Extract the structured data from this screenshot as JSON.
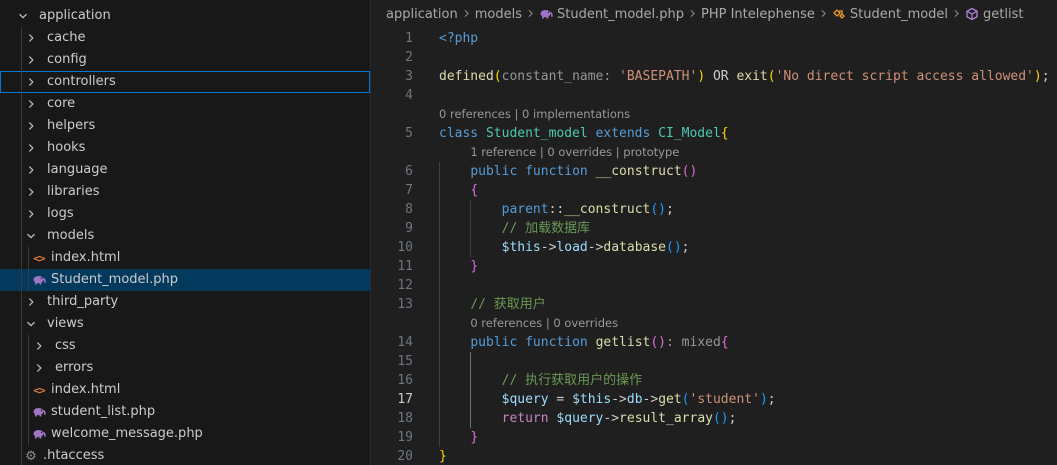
{
  "explorer": {
    "items": [
      {
        "label": "application",
        "type": "folder",
        "open": true,
        "depth": 0
      },
      {
        "label": "cache",
        "type": "folder",
        "open": false,
        "depth": 1
      },
      {
        "label": "config",
        "type": "folder",
        "open": false,
        "depth": 1
      },
      {
        "label": "controllers",
        "type": "folder",
        "open": false,
        "depth": 1,
        "state": "focused"
      },
      {
        "label": "core",
        "type": "folder",
        "open": false,
        "depth": 1
      },
      {
        "label": "helpers",
        "type": "folder",
        "open": false,
        "depth": 1
      },
      {
        "label": "hooks",
        "type": "folder",
        "open": false,
        "depth": 1
      },
      {
        "label": "language",
        "type": "folder",
        "open": false,
        "depth": 1
      },
      {
        "label": "libraries",
        "type": "folder",
        "open": false,
        "depth": 1
      },
      {
        "label": "logs",
        "type": "folder",
        "open": false,
        "depth": 1
      },
      {
        "label": "models",
        "type": "folder",
        "open": true,
        "depth": 1
      },
      {
        "label": "index.html",
        "type": "html",
        "depth": 2
      },
      {
        "label": "Student_model.php",
        "type": "php",
        "depth": 2,
        "state": "selected"
      },
      {
        "label": "third_party",
        "type": "folder",
        "open": false,
        "depth": 1
      },
      {
        "label": "views",
        "type": "folder",
        "open": true,
        "depth": 1
      },
      {
        "label": "css",
        "type": "folder",
        "open": false,
        "depth": 2
      },
      {
        "label": "errors",
        "type": "folder",
        "open": false,
        "depth": 2
      },
      {
        "label": "index.html",
        "type": "html",
        "depth": 2
      },
      {
        "label": "student_list.php",
        "type": "php",
        "depth": 2
      },
      {
        "label": "welcome_message.php",
        "type": "php",
        "depth": 2
      },
      {
        "label": ".htaccess",
        "type": "config",
        "depth": 1
      }
    ],
    "html_icon_glyph": "<>",
    "gear_glyph": "⚙"
  },
  "breadcrumb": {
    "segments": [
      {
        "label": "application",
        "icon": ""
      },
      {
        "label": "models",
        "icon": ""
      },
      {
        "label": "Student_model.php",
        "icon": "php-elephant-icon"
      },
      {
        "label": "PHP Intelephense",
        "icon": ""
      },
      {
        "label": "Student_model",
        "icon": "class-symbol-icon"
      },
      {
        "label": "getlist",
        "icon": "method-symbol-icon"
      }
    ]
  },
  "editor": {
    "active_line": 17,
    "rows": [
      {
        "kind": "code",
        "n": "1",
        "tokens": [
          [
            "<?php",
            "tag"
          ]
        ]
      },
      {
        "kind": "code",
        "n": "2",
        "tokens": []
      },
      {
        "kind": "code",
        "n": "3",
        "tokens": [
          [
            "defined",
            "fn"
          ],
          [
            "(",
            "br1"
          ],
          [
            "constant_name: ",
            "hint"
          ],
          [
            "'BASEPATH'",
            "str"
          ],
          [
            ")",
            "br1"
          ],
          [
            " OR ",
            "plain"
          ],
          [
            "exit",
            "fn"
          ],
          [
            "(",
            "br1"
          ],
          [
            "'No direct script access allowed'",
            "str"
          ],
          [
            ")",
            "br1"
          ],
          [
            ";",
            "plain"
          ]
        ]
      },
      {
        "kind": "code",
        "n": "4",
        "tokens": []
      },
      {
        "kind": "lens",
        "indent": 0,
        "text": "0 references | 0 implementations"
      },
      {
        "kind": "code",
        "n": "5",
        "tokens": [
          [
            "class ",
            "kw"
          ],
          [
            "Student_model ",
            "class"
          ],
          [
            "extends ",
            "kw"
          ],
          [
            "CI_Model",
            "class"
          ],
          [
            "{",
            "br1"
          ]
        ]
      },
      {
        "kind": "lens",
        "indent": 1,
        "text": "1 reference | 0 overrides | prototype"
      },
      {
        "kind": "code",
        "n": "6",
        "tokens": [
          [
            "    "
          ],
          [
            "public ",
            "kw"
          ],
          [
            "function ",
            "kw"
          ],
          [
            "__construct",
            "fn"
          ],
          [
            "()",
            "br2"
          ]
        ]
      },
      {
        "kind": "code",
        "n": "7",
        "tokens": [
          [
            "    "
          ],
          [
            "{",
            "br2"
          ]
        ]
      },
      {
        "kind": "code",
        "n": "8",
        "tokens": [
          [
            "        "
          ],
          [
            "parent",
            "kw"
          ],
          [
            "::",
            "plain"
          ],
          [
            "__construct",
            "fn"
          ],
          [
            "()",
            "br3"
          ],
          [
            ";",
            "plain"
          ]
        ]
      },
      {
        "kind": "code",
        "n": "9",
        "tokens": [
          [
            "        "
          ],
          [
            "// 加载数据库",
            "comment"
          ]
        ]
      },
      {
        "kind": "code",
        "n": "10",
        "tokens": [
          [
            "        "
          ],
          [
            "$this",
            "var"
          ],
          [
            "->",
            "plain"
          ],
          [
            "load",
            "var"
          ],
          [
            "->",
            "plain"
          ],
          [
            "database",
            "fn"
          ],
          [
            "()",
            "br3"
          ],
          [
            ";",
            "plain"
          ]
        ]
      },
      {
        "kind": "code",
        "n": "11",
        "tokens": [
          [
            "    "
          ],
          [
            "}",
            "br2"
          ]
        ]
      },
      {
        "kind": "code",
        "n": "12",
        "tokens": []
      },
      {
        "kind": "code",
        "n": "13",
        "tokens": [
          [
            "    "
          ],
          [
            "// 获取用户",
            "comment"
          ]
        ]
      },
      {
        "kind": "lens",
        "indent": 1,
        "text": "0 references | 0 overrides"
      },
      {
        "kind": "code",
        "n": "14",
        "tokens": [
          [
            "    "
          ],
          [
            "public ",
            "kw"
          ],
          [
            "function ",
            "kw"
          ],
          [
            "getlist",
            "fn"
          ],
          [
            "()",
            "br2"
          ],
          [
            ": mixed",
            "hint"
          ],
          [
            "{",
            "br2"
          ]
        ]
      },
      {
        "kind": "code",
        "n": "15",
        "tokens": []
      },
      {
        "kind": "code",
        "n": "16",
        "tokens": [
          [
            "        "
          ],
          [
            "// 执行获取用户的操作",
            "comment"
          ]
        ]
      },
      {
        "kind": "code",
        "n": "17",
        "tokens": [
          [
            "        "
          ],
          [
            "$query",
            "var"
          ],
          [
            " = ",
            "plain"
          ],
          [
            "$this",
            "var"
          ],
          [
            "->",
            "plain"
          ],
          [
            "db",
            "var"
          ],
          [
            "->",
            "plain"
          ],
          [
            "get",
            "fn"
          ],
          [
            "(",
            "br3"
          ],
          [
            "'student'",
            "str"
          ],
          [
            ")",
            "br3"
          ],
          [
            ";",
            "plain"
          ]
        ]
      },
      {
        "kind": "code",
        "n": "18",
        "tokens": [
          [
            "        "
          ],
          [
            "return ",
            "ctrl"
          ],
          [
            "$query",
            "var"
          ],
          [
            "->",
            "plain"
          ],
          [
            "result_array",
            "fn"
          ],
          [
            "()",
            "br3"
          ],
          [
            ";",
            "plain"
          ]
        ]
      },
      {
        "kind": "code",
        "n": "19",
        "tokens": [
          [
            "    "
          ],
          [
            "}",
            "br2"
          ]
        ]
      },
      {
        "kind": "code",
        "n": "20",
        "tokens": [
          [
            "}",
            "br1"
          ]
        ]
      }
    ]
  }
}
